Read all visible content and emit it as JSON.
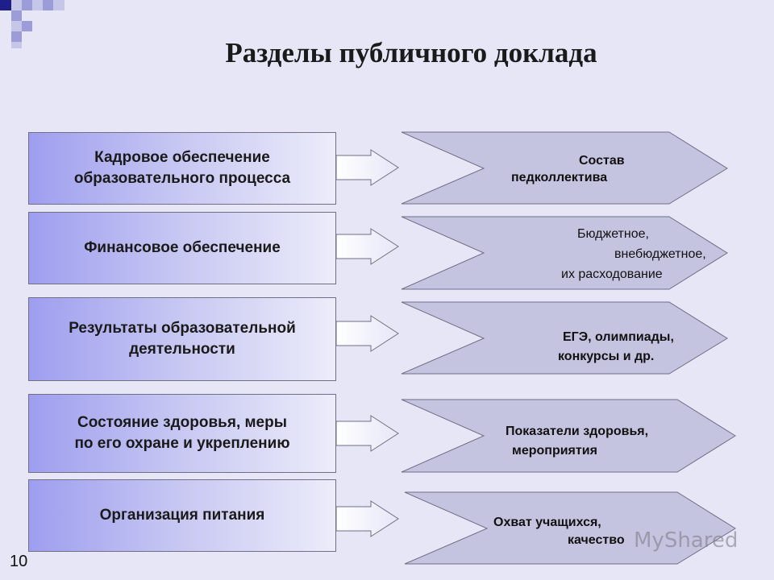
{
  "title": "Разделы публичного доклада",
  "rows": [
    {
      "left": "Кадровое обеспечение\nобразовательного процесса",
      "right": [
        "Состав",
        "педколлектива"
      ]
    },
    {
      "left": "Финансовое обеспечение",
      "right": [
        "Бюджетное,",
        "внебюджетное,",
        "их расходование"
      ]
    },
    {
      "left": "Результаты образовательной\nдеятельности",
      "right": [
        "ЕГЭ, олимпиады,",
        "конкурсы и др."
      ]
    },
    {
      "left": "Состояние здоровья, меры\nпо его охране и укреплению",
      "right": [
        "Показатели здоровья,",
        "мероприятия"
      ]
    },
    {
      "left": "Организация питания",
      "right": [
        "Охват учащихся,",
        "качество"
      ]
    }
  ],
  "page_number": "10",
  "watermark": "MyShared",
  "colors": {
    "background": "#e6e6f6",
    "corner_dark": "#1f1f8a",
    "corner_light": "#9c9cd8",
    "chevron_fill": "#c4c4e0",
    "box_gradient_start": "#9e9ef0"
  }
}
